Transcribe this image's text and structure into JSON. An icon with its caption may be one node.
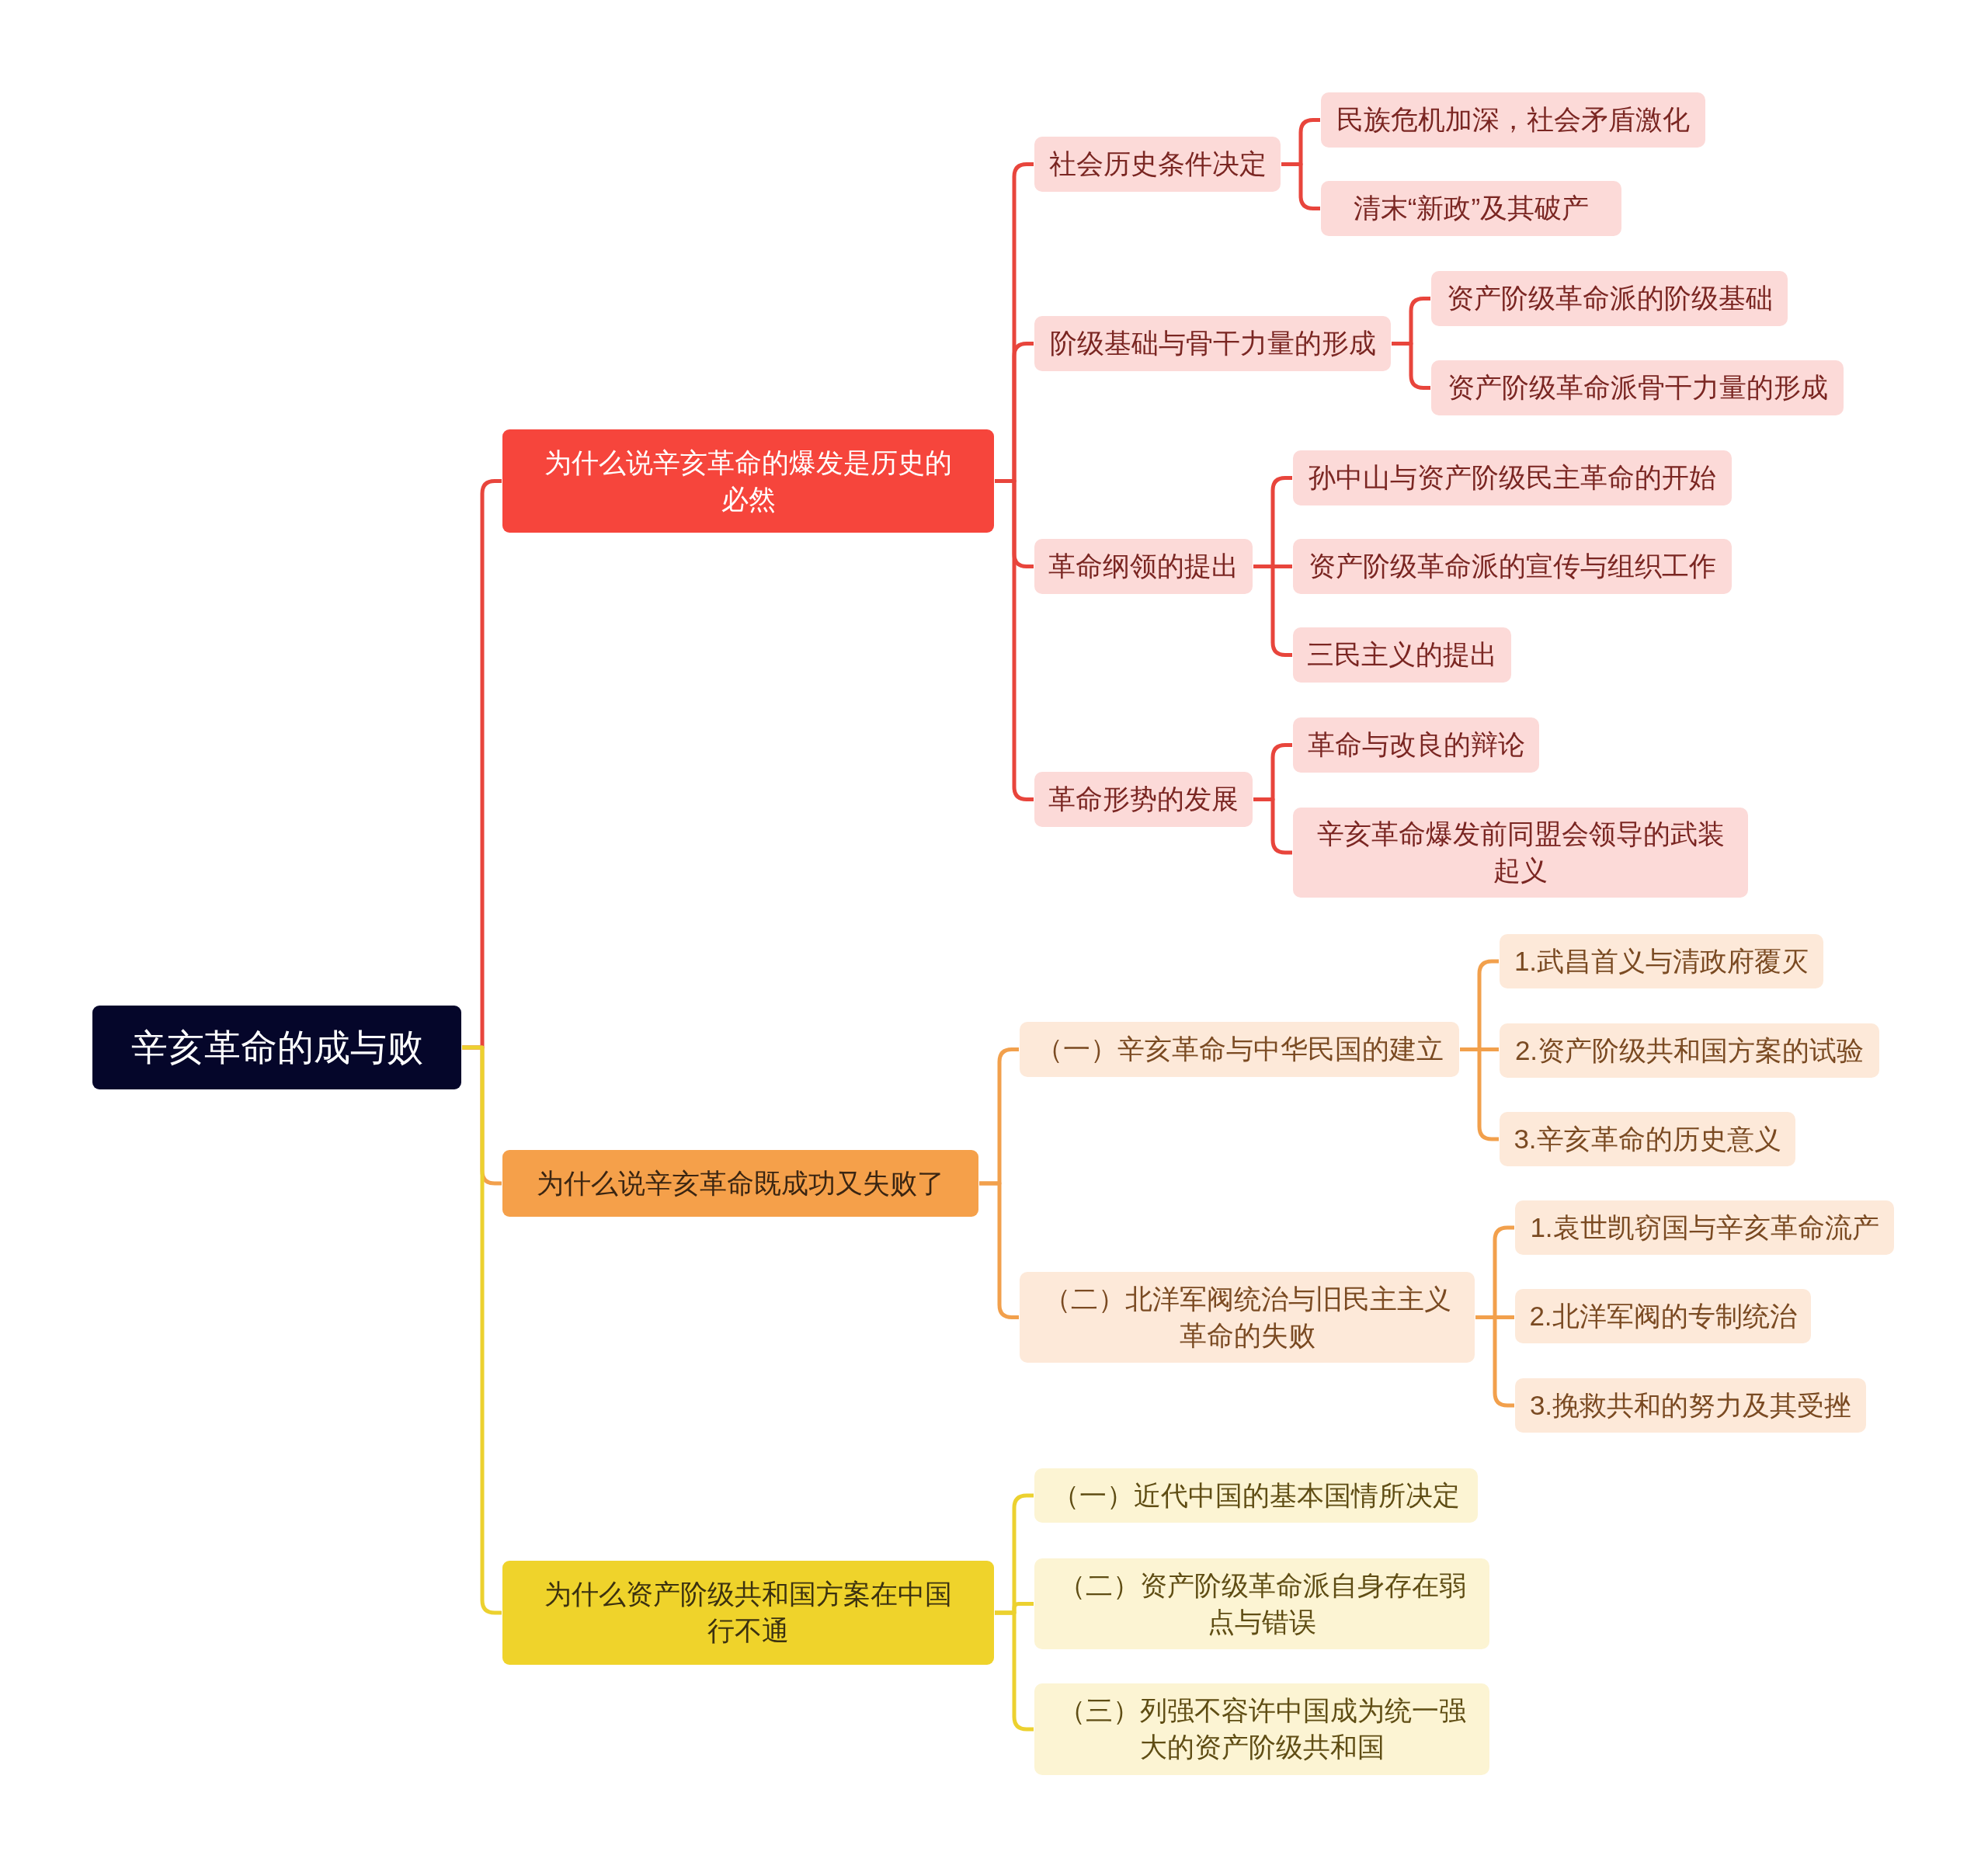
{
  "diagram": {
    "nodes": [
      {
        "text": [
          "辛亥革命的成与败"
        ]
      },
      {
        "text": [
          "为什么说辛亥革命的爆发是历史的必然"
        ]
      },
      {
        "text": [
          "为什么说辛亥革命既成功又失败了"
        ]
      },
      {
        "text": [
          "为什么资产阶级共和国方案在中国行不通"
        ]
      },
      {
        "text": [
          "社会历史条件决定"
        ]
      },
      {
        "text": [
          "民族危机加深，社会矛盾激化"
        ]
      },
      {
        "text": [
          "清末“新政”及其破产"
        ]
      },
      {
        "text": [
          "阶级基础与骨干力量的形成"
        ]
      },
      {
        "text": [
          "资产阶级革命派的阶级基础"
        ]
      },
      {
        "text": [
          "资产阶级革命派骨干力量的形成"
        ]
      },
      {
        "text": [
          "革命纲领的提出"
        ]
      },
      {
        "text": [
          "孙中山与资产阶级民主革命的开始"
        ]
      },
      {
        "text": [
          "资产阶级革命派的宣传与组织工作"
        ]
      },
      {
        "text": [
          "三民主义的提出"
        ]
      },
      {
        "text": [
          "革命形势的发展"
        ]
      },
      {
        "text": [
          "革命与改良的辩论"
        ]
      },
      {
        "text": [
          "辛亥革命爆发前同盟会领导的武装起义"
        ]
      },
      {
        "text": [
          "（一）辛亥革命与中华民国的建立"
        ]
      },
      {
        "text": [
          "1.武昌首义与清政府覆灭"
        ]
      },
      {
        "text": [
          "2.资产阶级共和国方案的试验"
        ]
      },
      {
        "text": [
          "3.辛亥革命的历史意义"
        ]
      },
      {
        "text": [
          "（二）北洋军阀统治与旧民主主义革命的失败"
        ]
      },
      {
        "text": [
          "1.袁世凯窃国与辛亥革命流产"
        ]
      },
      {
        "text": [
          "2.北洋军阀的专制统治"
        ]
      },
      {
        "text": [
          "3.挽救共和的努力及其受挫"
        ]
      },
      {
        "text": [
          "（一）近代中国的基本国情所决定"
        ]
      },
      {
        "text": [
          "（二）资产阶级革命派自身存在弱点与错误"
        ]
      },
      {
        "text": [
          "（三）列强不容许中国成为统一强大的资产阶级共和国"
        ]
      }
    ],
    "edges": [
      {
        "from": 0,
        "to": 1,
        "arrow": "none"
      },
      {
        "from": 0,
        "to": 2,
        "arrow": "none",
        "color": "#f2a04c"
      },
      {
        "from": 0,
        "to": 3,
        "arrow": "none",
        "color": "#ecd12f"
      },
      {
        "from": 1,
        "to": 4,
        "arrow": "none"
      },
      {
        "from": 1,
        "to": 7,
        "arrow": "none"
      },
      {
        "from": 1,
        "to": 10,
        "arrow": "none"
      },
      {
        "from": 1,
        "to": 14,
        "arrow": "none"
      },
      {
        "from": 4,
        "to": 5,
        "arrow": "none"
      },
      {
        "from": 4,
        "to": 6,
        "arrow": "none"
      },
      {
        "from": 7,
        "to": 8,
        "arrow": "none"
      },
      {
        "from": 7,
        "to": 9,
        "arrow": "none"
      },
      {
        "from": 10,
        "to": 11,
        "arrow": "none"
      },
      {
        "from": 10,
        "to": 12,
        "arrow": "none"
      },
      {
        "from": 10,
        "to": 13,
        "arrow": "none"
      },
      {
        "from": 14,
        "to": 15,
        "arrow": "none"
      },
      {
        "from": 14,
        "to": 16,
        "arrow": "none"
      },
      {
        "from": 2,
        "to": 17,
        "arrow": "none",
        "color": "#f2a04c"
      },
      {
        "from": 2,
        "to": 21,
        "arrow": "none",
        "color": "#f2a04c"
      },
      {
        "from": 17,
        "to": 18,
        "arrow": "none",
        "color": "#f2a04c"
      },
      {
        "from": 17,
        "to": 19,
        "arrow": "none",
        "color": "#f2a04c"
      },
      {
        "from": 17,
        "to": 20,
        "arrow": "none",
        "color": "#f2a04c"
      },
      {
        "from": 21,
        "to": 22,
        "arrow": "none",
        "color": "#f2a04c"
      },
      {
        "from": 21,
        "to": 23,
        "arrow": "none",
        "color": "#f2a04c"
      },
      {
        "from": 21,
        "to": 24,
        "arrow": "none",
        "color": "#f2a04c"
      },
      {
        "from": 3,
        "to": 25,
        "arrow": "none",
        "color": "#ecd12f"
      },
      {
        "from": 3,
        "to": 26,
        "arrow": "none",
        "color": "#ecd12f"
      },
      {
        "from": 3,
        "to": 27,
        "arrow": "none",
        "color": "#ecd12f"
      }
    ]
  }
}
